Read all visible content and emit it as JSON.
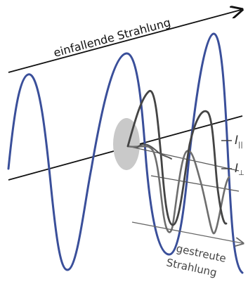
{
  "labels": {
    "incident": "einfallende Strahlung",
    "scattered_line1": "gestreute",
    "scattered_line2": "Strahlung",
    "intensity_symbol": "I",
    "parallel_subscript": "||",
    "perpendicular_subscript": "⊥"
  },
  "colors": {
    "incident_wave": "#3a4f9a",
    "scattered_wave_dark": "#444444",
    "scattered_wave_light": "#6e6e6e",
    "scatterer": "#c9c9c9",
    "axis": "#111111",
    "arrow_scattered": "#666666"
  }
}
